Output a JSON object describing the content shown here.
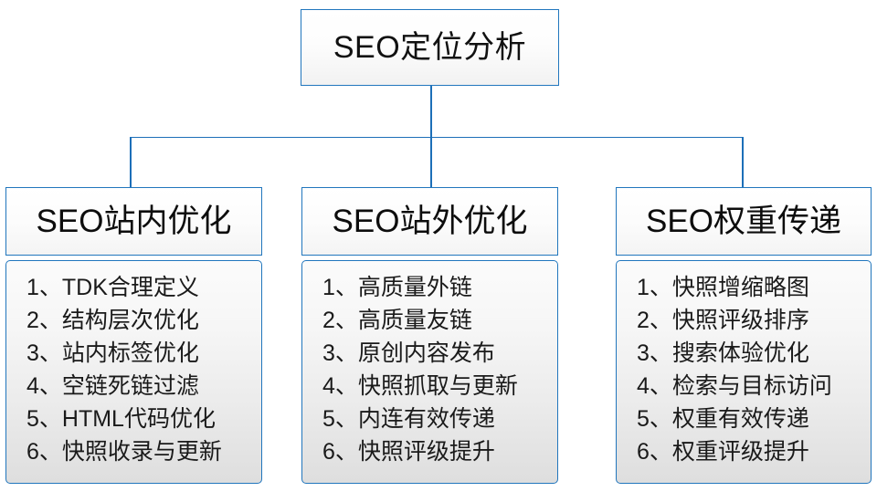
{
  "diagram": {
    "root": {
      "label": "SEO定位分析"
    },
    "branches": [
      {
        "header": "SEO站内优化",
        "items": [
          {
            "index": "1、",
            "text": "TDK合理定义"
          },
          {
            "index": "2、",
            "text": "结构层次优化"
          },
          {
            "index": "3、",
            "text": "站内标签优化"
          },
          {
            "index": "4、",
            "text": "空链死链过滤"
          },
          {
            "index": "5、",
            "text": "HTML代码优化"
          },
          {
            "index": "6、",
            "text": "快照收录与更新"
          }
        ]
      },
      {
        "header": "SEO站外优化",
        "items": [
          {
            "index": "1、",
            "text": "高质量外链"
          },
          {
            "index": "2、",
            "text": "高质量友链"
          },
          {
            "index": "3、",
            "text": "原创内容发布"
          },
          {
            "index": "4、",
            "text": "快照抓取与更新"
          },
          {
            "index": "5、",
            "text": "内连有效传递"
          },
          {
            "index": "6、",
            "text": "快照评级提升"
          }
        ]
      },
      {
        "header": "SEO权重传递",
        "items": [
          {
            "index": "1、",
            "text": "快照增缩略图"
          },
          {
            "index": "2、",
            "text": "快照评级排序"
          },
          {
            "index": "3、",
            "text": "搜索体验优化"
          },
          {
            "index": "4、",
            "text": "检索与目标访问"
          },
          {
            "index": "5、",
            "text": "权重有效传递"
          },
          {
            "index": "6、",
            "text": "权重评级提升"
          }
        ]
      }
    ],
    "colors": {
      "border": "#2176bd",
      "connector": "#1d6fb8",
      "text": "#111111",
      "background": "#ffffff"
    }
  }
}
